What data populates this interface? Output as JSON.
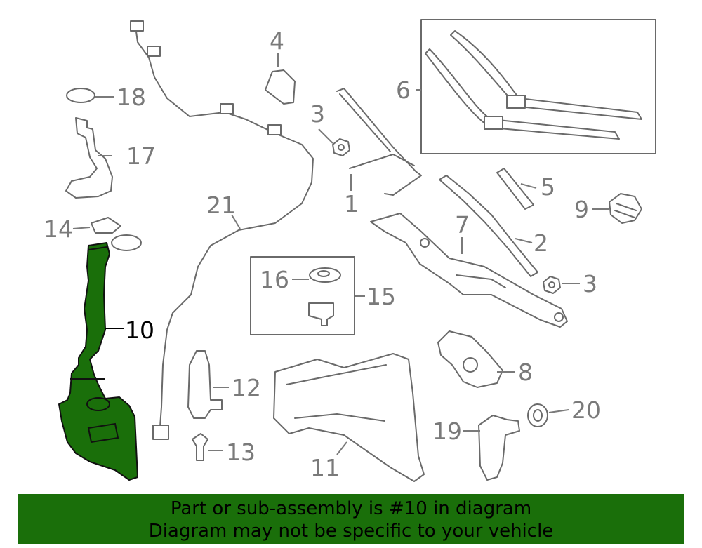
{
  "diagram": {
    "callouts": [
      {
        "id": "1",
        "label": "1"
      },
      {
        "id": "2",
        "label": "2"
      },
      {
        "id": "3a",
        "label": "3"
      },
      {
        "id": "3b",
        "label": "3"
      },
      {
        "id": "4",
        "label": "4"
      },
      {
        "id": "5",
        "label": "5"
      },
      {
        "id": "6",
        "label": "6"
      },
      {
        "id": "7",
        "label": "7"
      },
      {
        "id": "8",
        "label": "8"
      },
      {
        "id": "9",
        "label": "9"
      },
      {
        "id": "10",
        "label": "10",
        "highlighted": true
      },
      {
        "id": "11",
        "label": "11"
      },
      {
        "id": "12",
        "label": "12"
      },
      {
        "id": "13",
        "label": "13"
      },
      {
        "id": "14",
        "label": "14"
      },
      {
        "id": "15",
        "label": "15"
      },
      {
        "id": "16",
        "label": "16"
      },
      {
        "id": "17",
        "label": "17"
      },
      {
        "id": "18",
        "label": "18"
      },
      {
        "id": "19",
        "label": "19"
      },
      {
        "id": "20",
        "label": "20"
      },
      {
        "id": "21",
        "label": "21"
      }
    ],
    "highlight_color": "#1a6f0a",
    "line_color": "#6a6a6a"
  },
  "banner": {
    "line1": "Part or sub-assembly is #10 in diagram",
    "line2": "Diagram may not be specific to your vehicle",
    "color": "#1a6f0a"
  }
}
